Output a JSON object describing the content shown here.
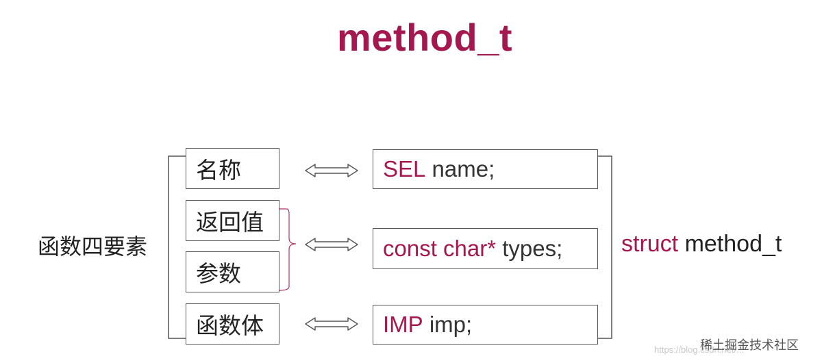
{
  "title": "method_t",
  "left_label": "函数四要素",
  "elements": [
    {
      "label": "名称"
    },
    {
      "label": "返回值"
    },
    {
      "label": "参数"
    },
    {
      "label": "函数体"
    }
  ],
  "fields": [
    {
      "type": "SEL",
      "name": "name;"
    },
    {
      "type": "const char*",
      "name": "types;"
    },
    {
      "type": "IMP",
      "name": "imp;"
    }
  ],
  "struct_label": {
    "keyword": "struct",
    "name": "method_t"
  },
  "watermark": {
    "site": "稀土掘金技术社区",
    "url": "https://blog.csdn.net/..."
  },
  "colors": {
    "accent": "#a5184f",
    "text": "#222222",
    "border": "#555555",
    "bracket_accent": "#b03060"
  }
}
